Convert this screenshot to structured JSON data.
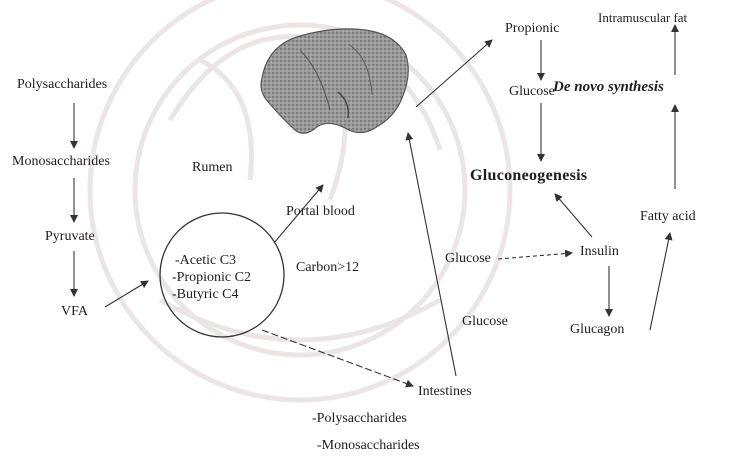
{
  "nodes": {
    "polysaccharides": "Polysaccharides",
    "monosaccharides": "Monosaccharides",
    "pyruvate": "Pyruvate",
    "vfa": "VFA",
    "rumen": "Rumen",
    "acetic": "-Acetic C3",
    "propionic_c2": "-Propionic C2",
    "butyric": "-Butyric C4",
    "portal_blood": "Portal blood",
    "carbon": "Carbon>12",
    "propionic": "Propionic",
    "glucose_top": "Glucose",
    "gluconeogenesis": "Gluconeogenesis",
    "glucose_mid": "Glucose",
    "insulin": "Insulin",
    "glucose_low": "Glucose",
    "glucagon": "Glucagon",
    "intestines": "Intestines",
    "int_poly": "-Polysaccharides",
    "int_mono": "-Monosaccharides",
    "intramuscular": "Intramuscular fat",
    "de_novo": "De novo synthesis",
    "fatty_acid": "Fatty acid"
  },
  "colors": {
    "text": "#1d1d1d",
    "arrow": "#333333",
    "watermark": "#ede7e7",
    "liver": "#8c8c8c"
  },
  "icons": {
    "liver": "liver-illustration",
    "watermark": "university-seal-watermark"
  }
}
